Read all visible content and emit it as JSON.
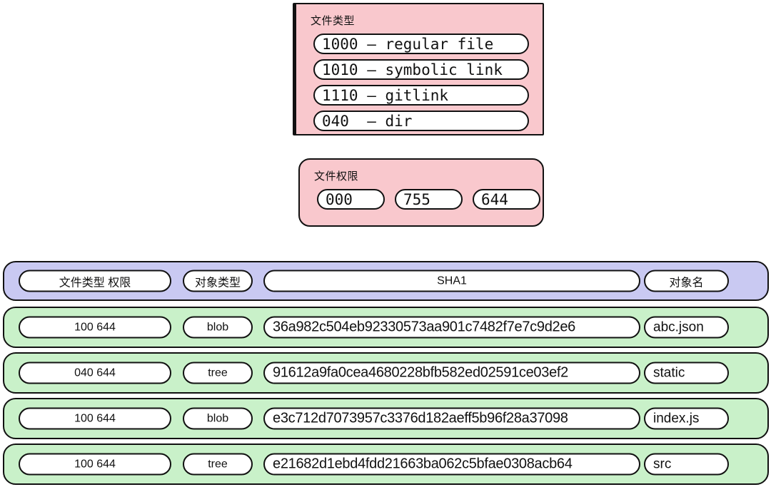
{
  "colors": {
    "legend_bg": "#f9c8cd",
    "header_bg": "#c9c9f2",
    "row_bg": "#c9f1c9",
    "border": "#111111",
    "pill_bg": "#ffffff"
  },
  "file_type_box": {
    "title": "文件类型",
    "items": [
      "1000 – regular file",
      "1010 – symbolic link",
      "1110 – gitlink",
      "040  – dir"
    ]
  },
  "file_perm_box": {
    "title": "文件权限",
    "items": [
      "000",
      "755",
      "644"
    ]
  },
  "header_row": {
    "mode": "文件类型 权限",
    "type": "对象类型",
    "sha": "SHA1",
    "name": "对象名"
  },
  "rows": [
    {
      "mode": "100 644",
      "type": "blob",
      "sha": "36a982c504eb92330573aa901c7482f7e7c9d2e6",
      "name": "abc.json"
    },
    {
      "mode": "040 644",
      "type": "tree",
      "sha": "91612a9fa0cea4680228bfb582ed02591ce03ef2",
      "name": "static"
    },
    {
      "mode": "100 644",
      "type": "blob",
      "sha": "e3c712d7073957c3376d182aeff5b96f28a37098",
      "name": "index.js"
    },
    {
      "mode": "100 644",
      "type": "tree",
      "sha": "e21682d1ebd4fdd21663ba062c5bfae0308acb64",
      "name": "src"
    }
  ]
}
